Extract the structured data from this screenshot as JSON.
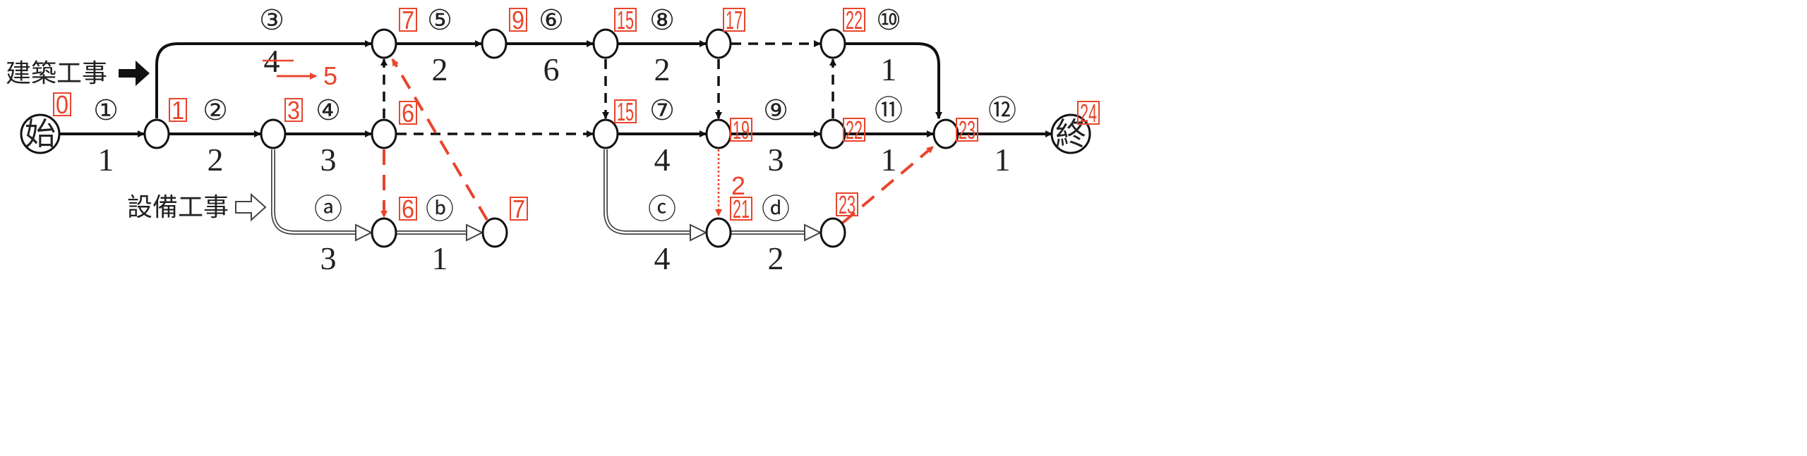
{
  "labels": {
    "building_work": "建築工事",
    "equipment_work": "設備工事",
    "start": "始",
    "end": "終"
  },
  "activities": {
    "a1": {
      "name": "①",
      "duration": "1"
    },
    "a2": {
      "name": "②",
      "duration": "2"
    },
    "a3": {
      "name": "③",
      "duration": "4"
    },
    "a4": {
      "name": "④",
      "duration": "3"
    },
    "a5": {
      "name": "⑤",
      "duration": "2"
    },
    "a6": {
      "name": "⑥",
      "duration": "6"
    },
    "a7": {
      "name": "⑦",
      "duration": "4"
    },
    "a8": {
      "name": "⑧",
      "duration": "2"
    },
    "a9": {
      "name": "⑨",
      "duration": "3"
    },
    "a10": {
      "name": "⑩",
      "duration": "1"
    },
    "a11": {
      "name": "⑪",
      "duration": "1"
    },
    "a12": {
      "name": "⑫",
      "duration": "1"
    },
    "ea": {
      "name": "ⓐ",
      "duration": "3"
    },
    "eb": {
      "name": "ⓑ",
      "duration": "1"
    },
    "ec": {
      "name": "ⓒ",
      "duration": "4"
    },
    "ed": {
      "name": "ⓓ",
      "duration": "2"
    }
  },
  "event_times": {
    "S": "0",
    "N1": "1",
    "N2": "3",
    "N3m": "6",
    "N3t": "7",
    "N4t": "9",
    "N5t": "15",
    "N6t": "17",
    "N7t": "22",
    "N5m": "15",
    "N6m": "19",
    "N7m": "22",
    "N8m": "23",
    "E": "24",
    "B3": "6",
    "B4": "7",
    "B6": "21",
    "B7": "23"
  },
  "revision": {
    "new_duration_a3": "5",
    "added_delay": "2"
  },
  "colors": {
    "line": "#111111",
    "red": "#e8452c"
  }
}
